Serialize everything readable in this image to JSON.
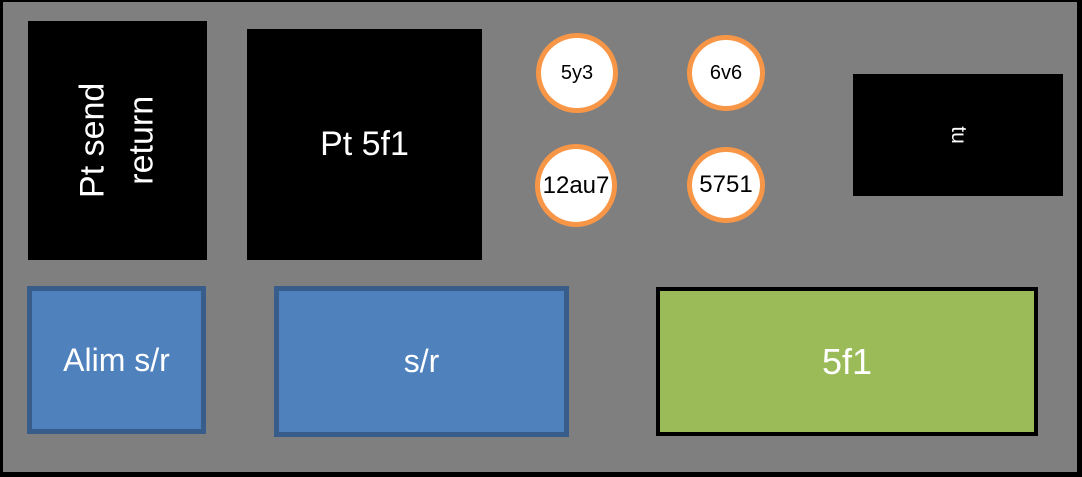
{
  "diagram": {
    "description": "Tube amplifier chassis layout",
    "canvas": {
      "background_color": "#7f7f7f",
      "border_color": "#000000"
    },
    "transformers": [
      {
        "id": "pt-send-return",
        "label": "Pt send return",
        "lines": [
          "Pt send",
          "return"
        ],
        "fill": "#000000",
        "text_color": "#ffffff",
        "text_orientation": "rotated-90-ccw"
      },
      {
        "id": "pt-5f1",
        "label": "Pt 5f1",
        "fill": "#000000",
        "text_color": "#ffffff",
        "text_orientation": "horizontal"
      },
      {
        "id": "tu",
        "label": "tu",
        "fill": "#000000",
        "text_color": "#ffffff",
        "text_orientation": "rotated-90-cw"
      }
    ],
    "tubes": [
      {
        "id": "5y3",
        "label": "5y3",
        "ring_color": "#f79646",
        "fill": "#ffffff",
        "text_color": "#000000"
      },
      {
        "id": "6v6",
        "label": "6v6",
        "ring_color": "#f79646",
        "fill": "#ffffff",
        "text_color": "#000000"
      },
      {
        "id": "12au7",
        "label": "12au7",
        "ring_color": "#f79646",
        "fill": "#ffffff",
        "text_color": "#000000"
      },
      {
        "id": "5751",
        "label": "5751",
        "ring_color": "#f79646",
        "fill": "#ffffff",
        "text_color": "#000000"
      }
    ],
    "boards": [
      {
        "id": "alim-sr",
        "label": "Alim s/r",
        "fill": "#4f81bd",
        "border_color": "#385d8a",
        "text_color": "#ffffff"
      },
      {
        "id": "sr",
        "label": "s/r",
        "fill": "#4f81bd",
        "border_color": "#385d8a",
        "text_color": "#ffffff"
      },
      {
        "id": "5f1",
        "label": "5f1",
        "fill": "#9bbb59",
        "border_color": "#000000",
        "text_color": "#ffffff"
      }
    ]
  }
}
